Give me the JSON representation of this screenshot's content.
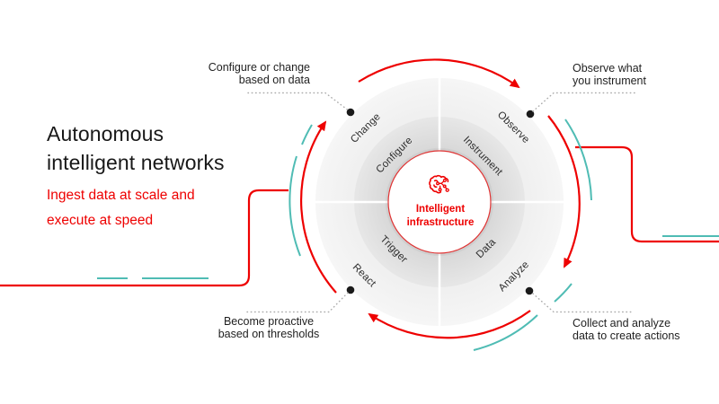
{
  "header": {
    "title_line1": "Autonomous",
    "title_line2": "intelligent networks",
    "subtitle_line1": "Ingest data at scale and",
    "subtitle_line2": "execute at speed"
  },
  "diagram": {
    "center": {
      "icon": "ai-brain-icon",
      "label_line1": "Intelligent",
      "label_line2": "infrastructure"
    },
    "outer_steps": [
      {
        "label": "Change",
        "annotation_line1": "Configure or change",
        "annotation_line2": "based on data"
      },
      {
        "label": "Observe",
        "annotation_line1": "Observe what",
        "annotation_line2": "you instrument"
      },
      {
        "label": "Analyze",
        "annotation_line1": "Collect and analyze",
        "annotation_line2": "data to create actions"
      },
      {
        "label": "React",
        "annotation_line1": "Become proactive",
        "annotation_line2": "based on thresholds"
      }
    ],
    "inner_segments": [
      {
        "label": "Configure"
      },
      {
        "label": "Instrument"
      },
      {
        "label": "Data"
      },
      {
        "label": "Trigger"
      }
    ],
    "flow_direction": "clockwise",
    "colors": {
      "red": "#ee0000",
      "teal": "#4fbcb4",
      "ring_gray": "#dedede",
      "outer_gray": "#f2f2f2",
      "dot_black": "#1a1a1a"
    }
  }
}
